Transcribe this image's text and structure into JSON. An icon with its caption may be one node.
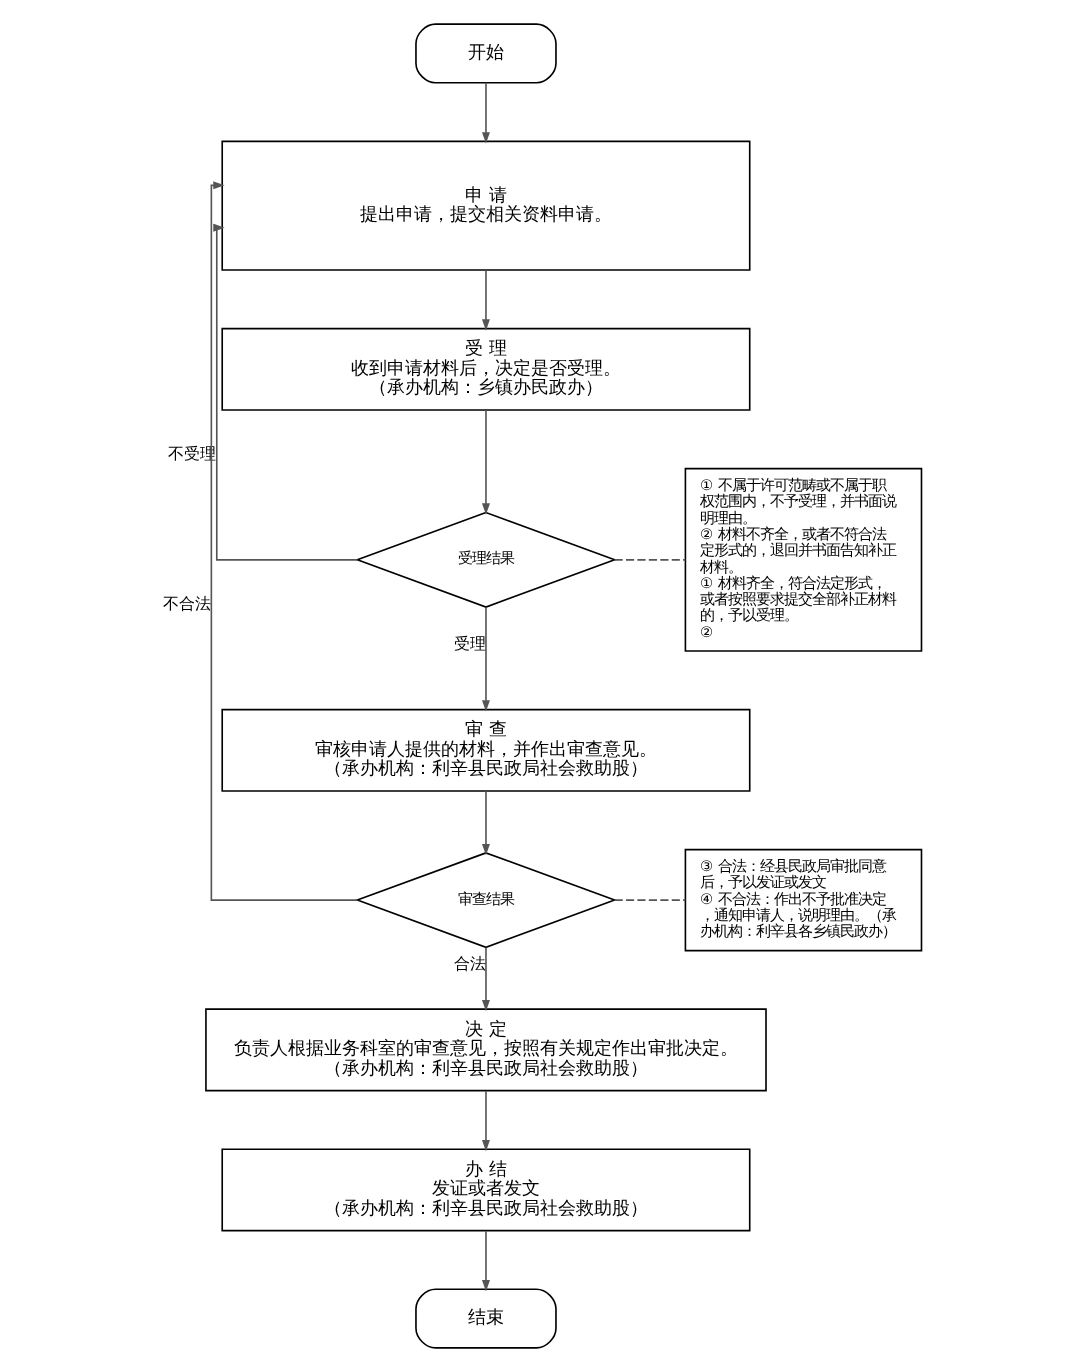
{
  "diagram": {
    "nodes": [
      {
        "text": [
          "开始"
        ]
      },
      {
        "text": [
          "申 请",
          "提出申请，提交相关资料申请。"
        ]
      },
      {
        "text": [
          "受 理",
          "收到申请材料后，决定是否受理。",
          "（承办机构：乡镇办民政办）"
        ]
      },
      {
        "text": [
          "受理结果"
        ]
      },
      {
        "text": [
          "审 查",
          "审核申请人提供的材料，并作出审查意见。",
          "（承办机构：利辛县民政局社会救助股）"
        ]
      },
      {
        "text": [
          "审查结果"
        ]
      },
      {
        "text": [
          "决 定",
          "负责人根据业务科室的审查意见，按照有关规定作出审批决定。",
          "（承办机构：利辛县民政局社会救助股）"
        ]
      },
      {
        "text": [
          "办 结",
          "发证或者发文",
          "（承办机构：利辛县民政局社会救助股）"
        ]
      },
      {
        "text": [
          "结束"
        ]
      },
      {
        "text": [
          "① 不属于许可范畴或不属于职权范围内，不予受理，并书面说明理由。",
          "② 材料不齐全，或者不符合法定形式的，退回并书面告知补正材料。",
          "① 材料齐全，符合法定形式，或者按照要求提交全部补正材料的，予以受理。",
          "②"
        ]
      },
      {
        "text": [
          "③ 合法：经县民政局审批同意后，予以发证或发文",
          "④ 不合法：作出不予批准决定，通知申请人，说明理由。（承办机构：利辛县各乡镇民政办）"
        ]
      }
    ],
    "edges": [
      {
        "from": 0,
        "to": 1,
        "arrow": "to"
      },
      {
        "from": 1,
        "to": 2,
        "arrow": "to"
      },
      {
        "from": 2,
        "to": 3,
        "arrow": "to"
      },
      {
        "from": 3,
        "to": 1,
        "arrow": "to",
        "label": "不受理"
      },
      {
        "from": 3,
        "to": 4,
        "arrow": "to",
        "label": "受理"
      },
      {
        "from": 3,
        "to": 9,
        "arrow": "none",
        "style": "dashed"
      },
      {
        "from": 4,
        "to": 5,
        "arrow": "to"
      },
      {
        "from": 5,
        "to": 1,
        "arrow": "to",
        "label": "不合法"
      },
      {
        "from": 5,
        "to": 6,
        "arrow": "to",
        "label": "合法"
      },
      {
        "from": 5,
        "to": 10,
        "arrow": "none",
        "style": "dashed"
      },
      {
        "from": 6,
        "to": 7,
        "arrow": "to"
      },
      {
        "from": 7,
        "to": 8,
        "arrow": "to"
      }
    ]
  }
}
